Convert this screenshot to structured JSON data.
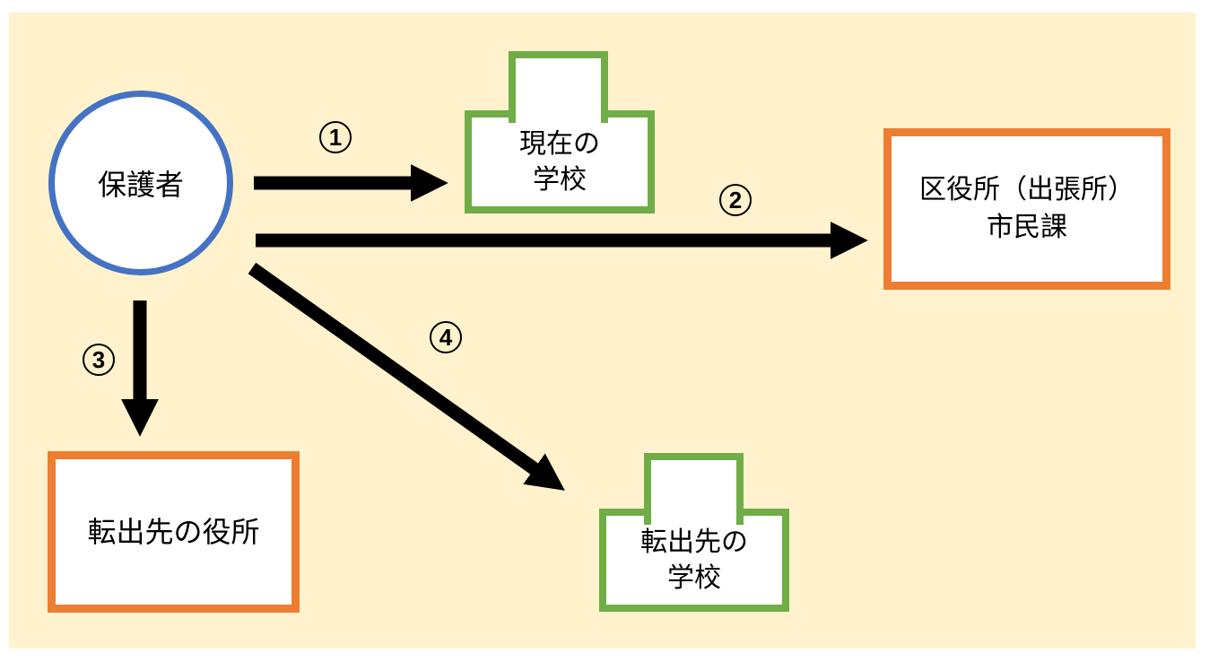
{
  "diagram": {
    "background_color": "#FFF2CC",
    "accent_colors": {
      "guardian_border": "#4472C4",
      "school_border": "#70AD47",
      "office_border": "#ED7D31",
      "arrow_color": "#000000"
    },
    "nodes": {
      "guardian": {
        "shape": "circle",
        "lines": [
          "保護者"
        ]
      },
      "current_school": {
        "shape": "school-building",
        "lines": [
          "現在の",
          "学校"
        ]
      },
      "ward_office": {
        "shape": "rectangle",
        "lines": [
          "区役所（出張所）",
          "市民課"
        ]
      },
      "destination_office": {
        "shape": "rectangle",
        "lines": [
          "転出先の役所"
        ]
      },
      "destination_school": {
        "shape": "school-building",
        "lines": [
          "転出先の",
          "学校"
        ]
      }
    },
    "arrows": [
      {
        "number": "1",
        "from": "guardian",
        "to": "current_school",
        "direction": "right"
      },
      {
        "number": "2",
        "from": "guardian",
        "to": "ward_office",
        "direction": "right"
      },
      {
        "number": "3",
        "from": "guardian",
        "to": "destination_office",
        "direction": "down"
      },
      {
        "number": "4",
        "from": "guardian",
        "to": "destination_school",
        "direction": "down-right"
      }
    ]
  }
}
